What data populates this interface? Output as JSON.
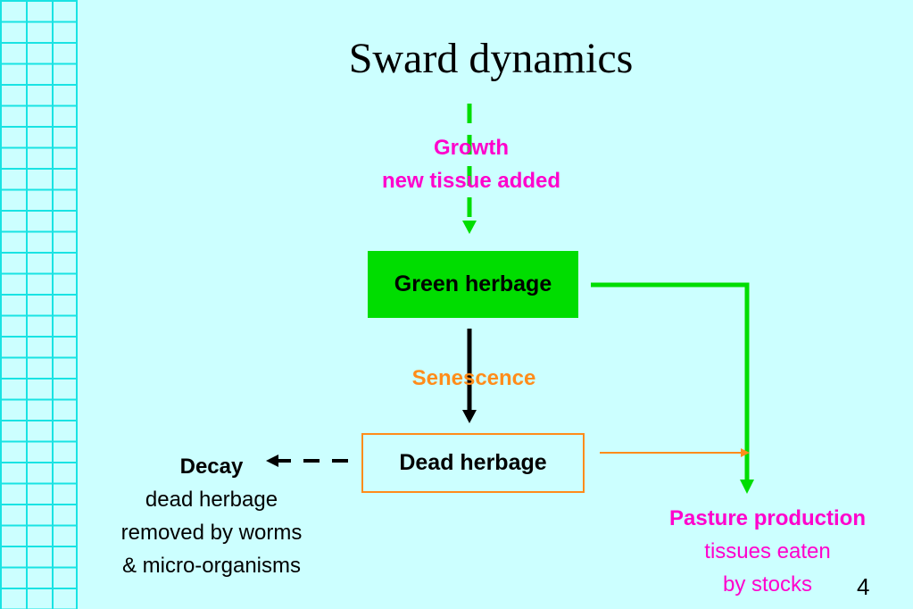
{
  "title": "Sward dynamics",
  "growth": {
    "line1": "Growth",
    "line2": "new tissue added"
  },
  "boxes": {
    "green": "Green herbage",
    "dead": "Dead herbage"
  },
  "senescence": "Senescence",
  "decay": {
    "title": "Decay",
    "line1": "dead herbage",
    "line2": "removed by worms",
    "line3": "& micro-organisms"
  },
  "pasture": {
    "title": "Pasture production",
    "line1": "tissues eaten",
    "line2": "by stocks"
  },
  "page_number": "4",
  "colors": {
    "background": "#ccffff",
    "grid": "#19e3e3",
    "green": "#00dd00",
    "orange": "#ff8c1a",
    "magenta": "#ff00cc"
  }
}
